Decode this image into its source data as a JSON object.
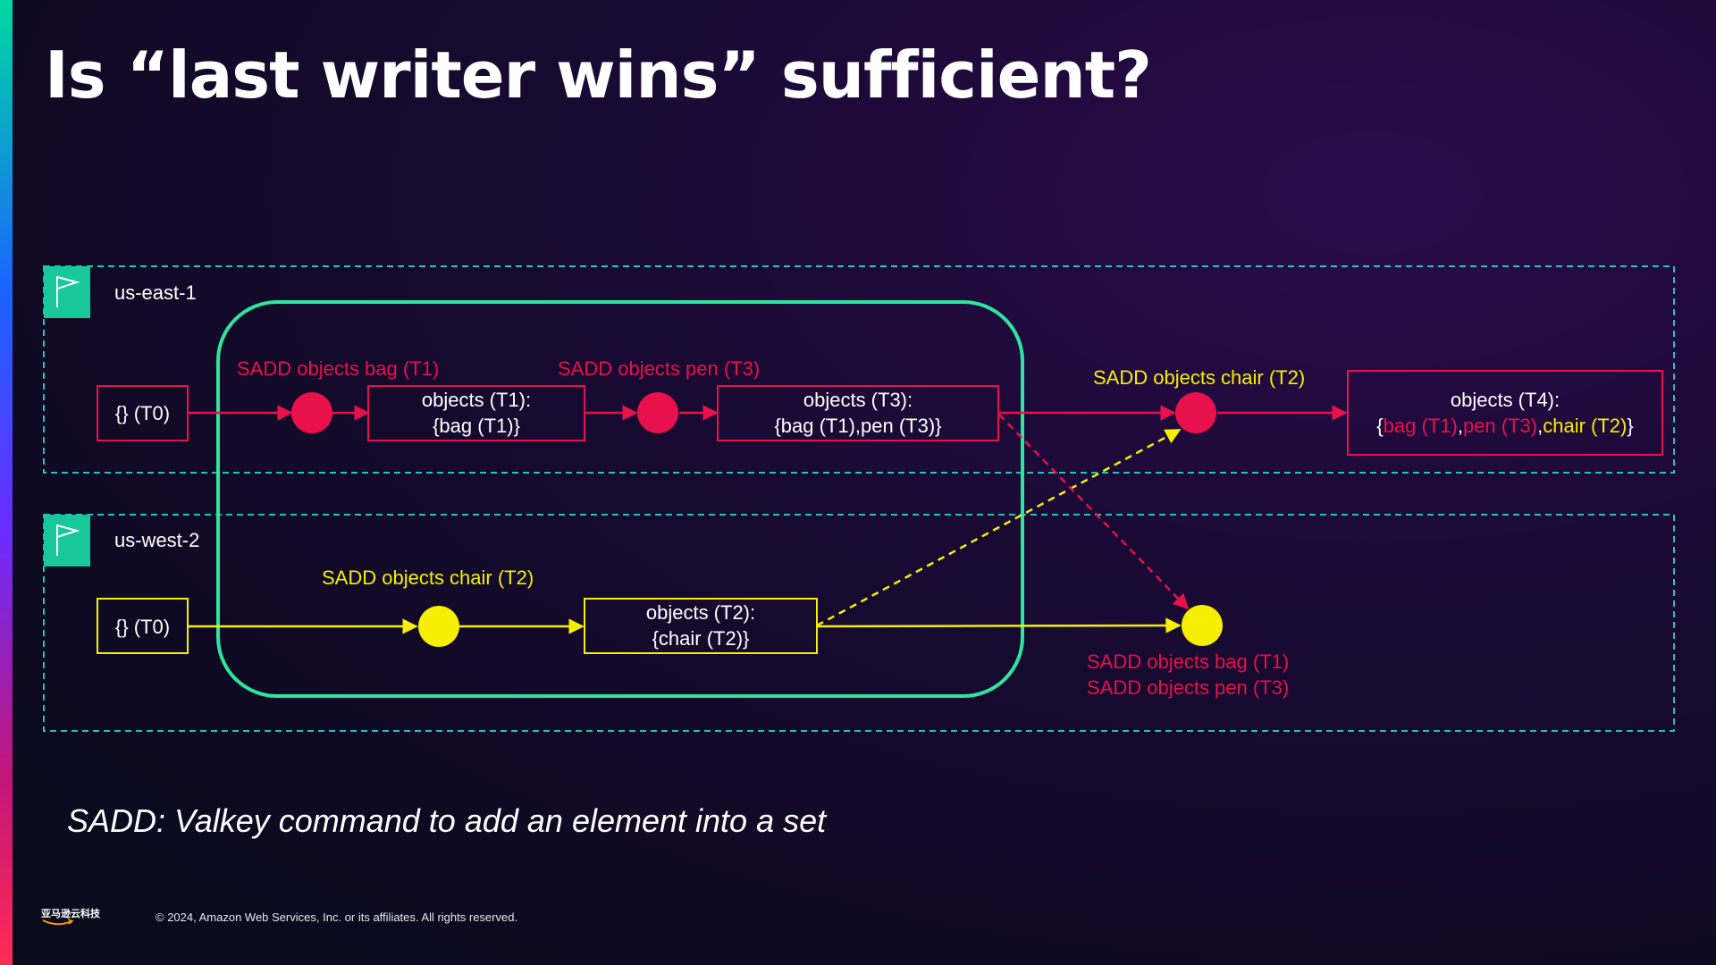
{
  "title": "Is “last writer wins” sufficient?",
  "colors": {
    "red": "#e8114b",
    "yellow": "#f4f000",
    "green": "#2ee59d",
    "region_border": "#1fc7b6",
    "region_icon_bg": "#18c79a"
  },
  "regions": {
    "east": {
      "name": "us-east-1",
      "icon": "flag-icon"
    },
    "west": {
      "name": "us-west-2",
      "icon": "flag-icon"
    }
  },
  "east": {
    "t0": "{} (T0)",
    "op_bag": "SADD objects bag (T1)",
    "op_pen": "SADD objects pen (T3)",
    "op_chair": "SADD objects chair (T2)",
    "state_t1": {
      "line1": "objects (T1):",
      "line2": "{bag (T1)}"
    },
    "state_t3": {
      "line1": "objects (T3):",
      "line2": "{bag (T1),pen (T3)}"
    },
    "state_t4": {
      "line1": "objects (T4):",
      "open": "{",
      "bag": "bag (T1)",
      "comma1": ",",
      "pen": "pen (T3)",
      "comma2": ",",
      "chair": "chair (T2)",
      "close": "}"
    }
  },
  "west": {
    "t0": "{} (T0)",
    "op_chair": "SADD objects chair (T2)",
    "state_t2": {
      "line1": "objects (T2):",
      "line2": "{chair (T2)}"
    },
    "op_bag": "SADD objects bag (T1)",
    "op_pen": "SADD objects pen (T3)"
  },
  "footnote": "SADD: Valkey command to add an element into a set",
  "footer": {
    "logo_text": "亚马逊云科技",
    "copyright": "© 2024, Amazon Web Services, Inc. or its affiliates. All rights reserved."
  }
}
